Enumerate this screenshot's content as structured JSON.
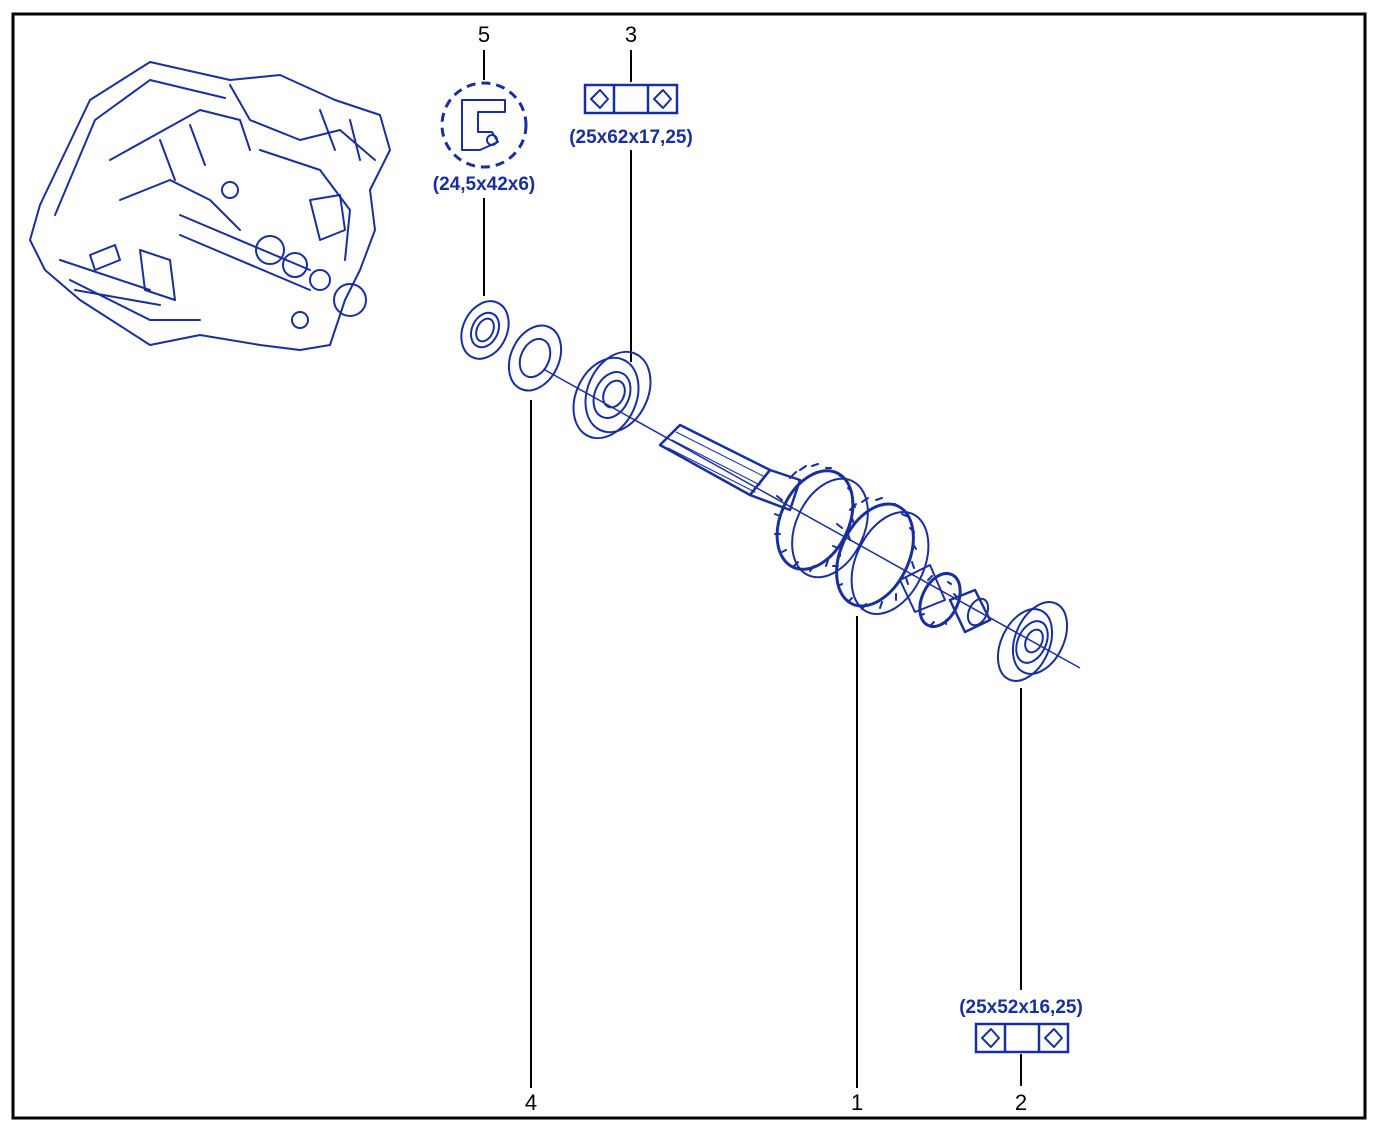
{
  "diagram": {
    "parts": [
      {
        "number": "1",
        "name": ""
      },
      {
        "number": "2",
        "size": "(25x52x16,25)"
      },
      {
        "number": "3",
        "size": "(25x62x17,25)"
      },
      {
        "number": "4"
      },
      {
        "number": "5",
        "size": "(24,5x42x6)"
      }
    ],
    "icons": [
      "gearbox-overview-icon",
      "oil-seal-icon",
      "bearing-symbol-icon",
      "primary-shaft-icon"
    ],
    "colors": {
      "ink": "#1a2f9e",
      "frame": "#000000",
      "background": "#ffffff"
    }
  }
}
